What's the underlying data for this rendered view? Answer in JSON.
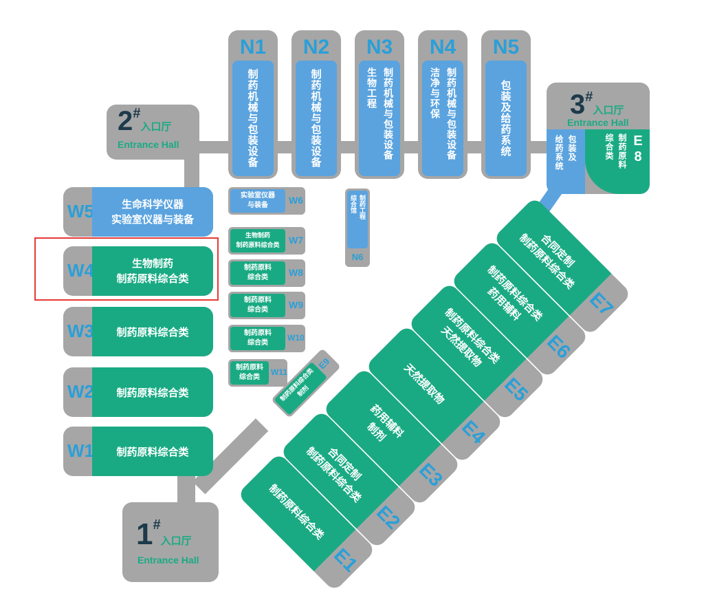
{
  "entrance": {
    "hall1": {
      "num": "1",
      "mark": "#",
      "cn": "入口厅",
      "en": "Entrance Hall"
    },
    "hall2": {
      "num": "2",
      "mark": "#",
      "cn": "入口厅",
      "en": "Entrance Hall"
    },
    "hall3": {
      "num": "3",
      "mark": "#",
      "cn": "入口厅",
      "en": "Entrance Hall"
    }
  },
  "north": [
    {
      "code": "N1",
      "label": "制药机械与包装设备"
    },
    {
      "code": "N2",
      "label": "制药机械与包装设备"
    },
    {
      "code": "N3",
      "label1": "制药机械与包装设备",
      "label2": "生物工程"
    },
    {
      "code": "N4",
      "label1": "制药机械与包装设备",
      "label2": "洁净与环保"
    },
    {
      "code": "N5",
      "label": "包装及给药系统"
    }
  ],
  "e8": {
    "code": "E8",
    "left1": "包装及",
    "left2": "给药系统",
    "right1": "制药原料",
    "right2": "综合类"
  },
  "west": [
    {
      "code": "W5",
      "line1": "生命科学仪器",
      "line2": "实验室仪器与装备"
    },
    {
      "code": "W4",
      "line1": "生物制药",
      "line2": "制药原料综合类"
    },
    {
      "code": "W3",
      "line1": "制药原料综合类"
    },
    {
      "code": "W2",
      "line1": "制药原料综合类"
    },
    {
      "code": "W1",
      "line1": "制药原料综合类"
    }
  ],
  "small": [
    {
      "code": "W6",
      "line1": "实验室仪器",
      "line2": "与装备"
    },
    {
      "code": "W7",
      "line1": "生物制药",
      "line2": "制药原料综合类"
    },
    {
      "code": "W8",
      "line1": "制药原料",
      "line2": "综合类"
    },
    {
      "code": "W9",
      "line1": "制药原料",
      "line2": "综合类"
    },
    {
      "code": "W10",
      "line1": "制药原料",
      "line2": "综合类"
    },
    {
      "code": "W11",
      "line1": "制药原料",
      "line2": "综合类"
    }
  ],
  "n6": {
    "code": "N6",
    "line1": "制药工程",
    "line2": "综合馆"
  },
  "e9": {
    "code": "E9",
    "line1": "制药原料综合类",
    "line2": "制剂"
  },
  "east": [
    {
      "code": "E1",
      "line1": "制药原料综合类",
      "line2": ""
    },
    {
      "code": "E2",
      "line1": "合同定制",
      "line2": "制药原料综合类"
    },
    {
      "code": "E3",
      "line1": "药用辅料",
      "line2": "制剂"
    },
    {
      "code": "E4",
      "line1": "天然提取物",
      "line2": ""
    },
    {
      "code": "E5",
      "line1": "制药原料综合类",
      "line2": "天然提取物"
    },
    {
      "code": "E6",
      "line1": "制药原料综合类",
      "line2": "药用辅料"
    },
    {
      "code": "E7",
      "line1": "合同定制",
      "line2": "制药原料综合类"
    }
  ],
  "colors": {
    "green": "#1aaa83",
    "blue": "#5aa3df",
    "gray": "#a6a6a6",
    "highlight": "#e53935"
  }
}
